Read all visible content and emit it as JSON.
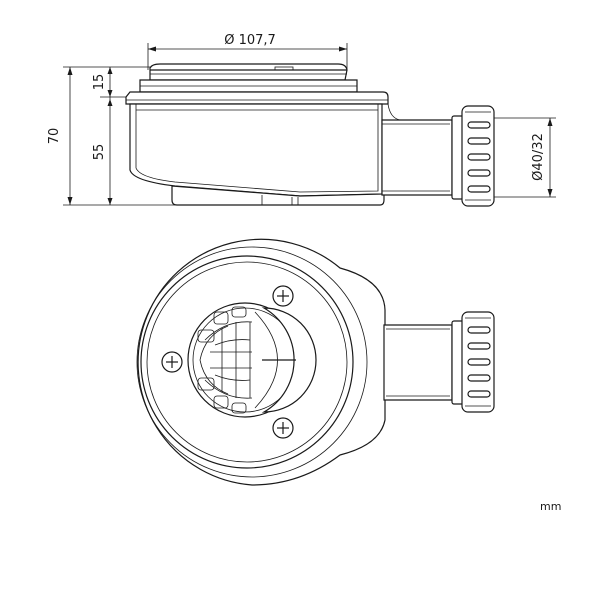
{
  "dimensions": {
    "diameter_top": "Ø 107,7",
    "height_total": "70",
    "height_cap": "15",
    "height_body": "55",
    "outlet_diameter": "Ø40/32"
  },
  "unit_label": "mm",
  "colors": {
    "stroke": "#1a1a1a",
    "background": "#ffffff"
  },
  "views": [
    "side-view",
    "top-view"
  ]
}
